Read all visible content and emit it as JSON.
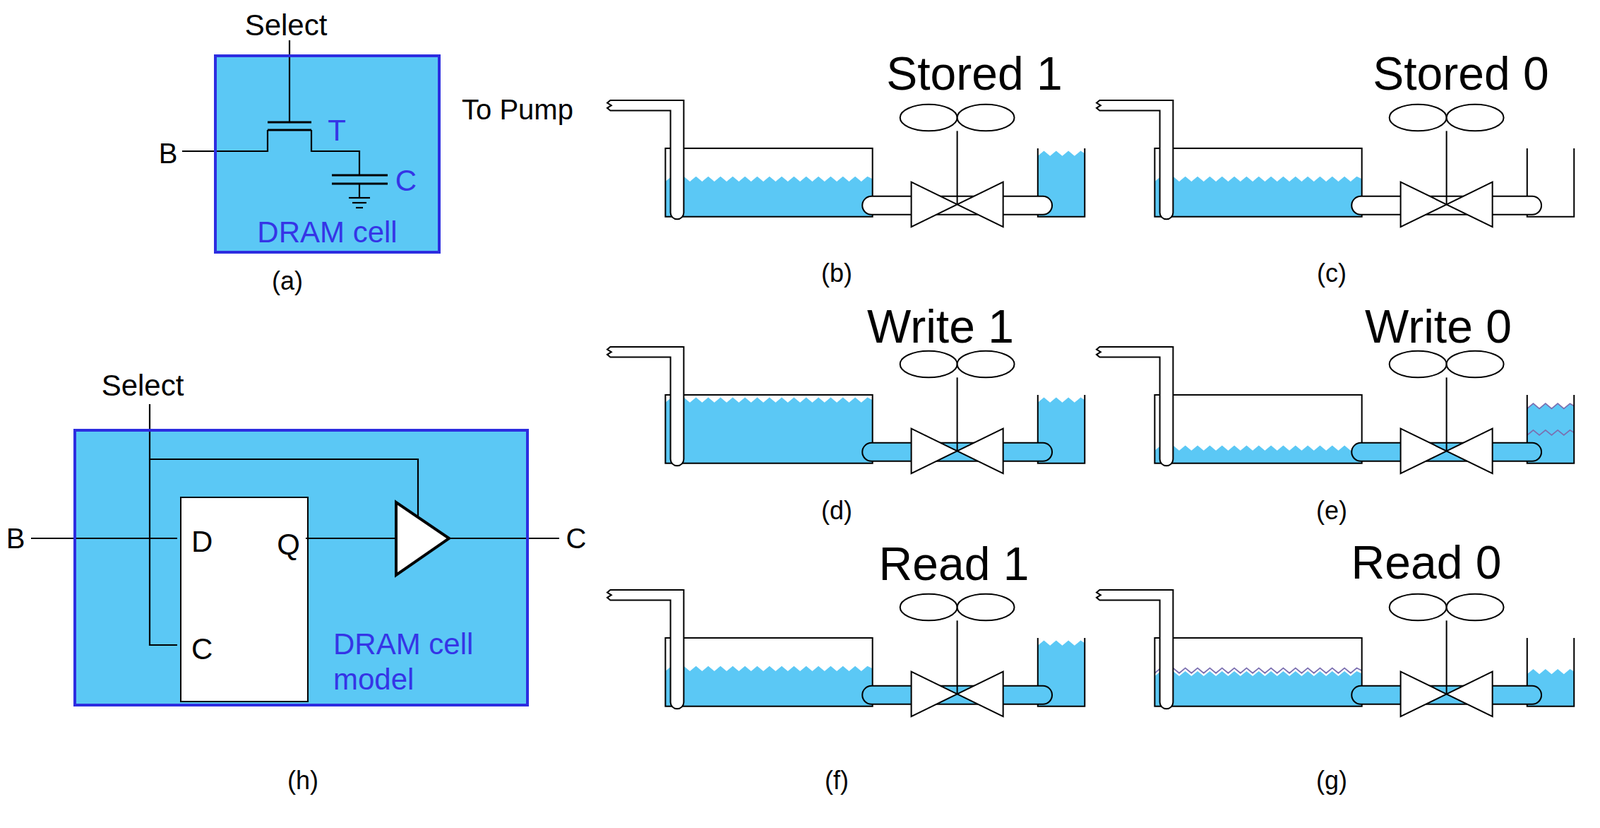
{
  "diagram": {
    "nodes": [
      {
        "text": [
          "DRAM cell"
        ]
      },
      {
        "text": [
          "DRAM cell model"
        ]
      },
      {
        "text": [
          "D",
          "Q",
          "C"
        ],
        "in": 1
      }
    ],
    "labels": [
      "Select",
      "B",
      "T",
      "C",
      "(a)",
      "To Pump",
      "Stored 1",
      "Stored 0",
      "(b)",
      "(c)",
      "Write 1",
      "Write 0",
      "(d)",
      "(e)",
      "Select",
      "B",
      "C",
      "(h)",
      "Read 1",
      "Read 0",
      "(f)",
      "(g)"
    ]
  }
}
